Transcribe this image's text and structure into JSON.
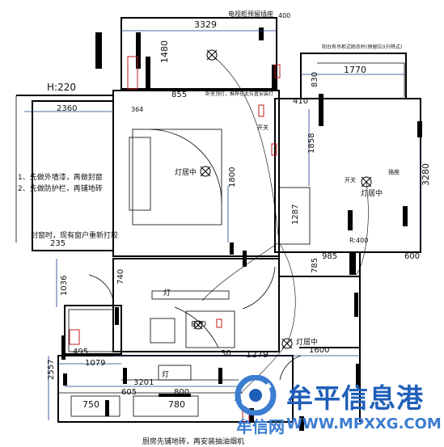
{
  "dims": {
    "top_width": "3329",
    "left_h1480": "1480",
    "d855": "855",
    "right_top_1770": "1770",
    "d410": "410",
    "d830": "830",
    "d1858": "1858",
    "d3280": "3280",
    "d1800": "1800",
    "d1287": "1287",
    "d985": "985",
    "d600": "600",
    "d785": "785",
    "d2360": "2360",
    "d235": "235",
    "d1036": "1036",
    "d740": "740",
    "d2557": "2557",
    "d1079": "1079",
    "d495": "495",
    "d1279": "1279",
    "d1600": "1600",
    "d3201": "3201",
    "d605": "605",
    "d800": "800",
    "d750": "750",
    "d780": "780",
    "d870": "870",
    "d30": "30",
    "d400": "400",
    "d364": "364"
  },
  "labels": {
    "h220": "H:220",
    "left_note_1": "1、先做外墙漆，再做封窗",
    "left_note_2": "2、先做防护栏，再铺地砖",
    "left_note_3": "封窗时，现有窗户重新打胶",
    "bottom_note": "厨房先铺地砖，再安装抽油烟机",
    "lamp_1": "灯居中",
    "lamp_2": "灯居中",
    "lamp_3": "灯居中",
    "lamp_4": "灯",
    "lamp_5": "灯",
    "r400": "R:400",
    "top_right_note": "阳台有吊柜式晾衣杆(预留位)(升降式)",
    "bed_note": "卧室顶灯，推荐在此位置安装灯",
    "top_box_label": "电视柜预留插座",
    "switch_a": "开关",
    "switch_b": "开关",
    "outlet": "插座"
  },
  "watermark": {
    "title": "牟平信息港",
    "site": "牟信网",
    "url": "WWW.MPXXG.COM"
  },
  "colors": {
    "wall": "#000000",
    "dim": "#1a3a8a",
    "red": "#c01818",
    "wm": "#1f5fb8"
  }
}
